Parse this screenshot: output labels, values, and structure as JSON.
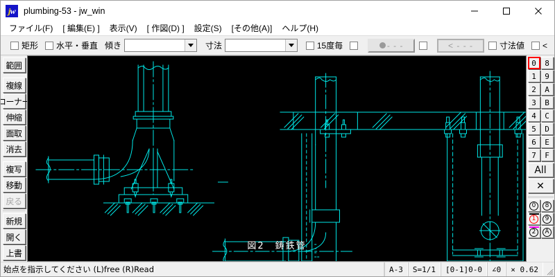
{
  "window": {
    "title": "plumbing-53 - jw_win",
    "icon": "jw-app-icon",
    "minimize": "—",
    "maximize": "□",
    "close": "✕"
  },
  "menu": {
    "items": [
      {
        "label": "ファイル(F)",
        "name": "menu-file"
      },
      {
        "label": "[ 編集(E) ]",
        "name": "menu-edit"
      },
      {
        "label": "表示(V)",
        "name": "menu-view"
      },
      {
        "label": "[ 作図(D) ]",
        "name": "menu-draw"
      },
      {
        "label": "設定(S)",
        "name": "menu-settings"
      },
      {
        "label": "[その他(A)]",
        "name": "menu-other"
      },
      {
        "label": "ヘルプ(H)",
        "name": "menu-help"
      }
    ]
  },
  "optionbar": {
    "rect_label": "矩形",
    "hv_label": "水平・垂直",
    "tilt_label": "傾き",
    "tilt_value": "",
    "tilt_placeholder": "",
    "dim_label": "寸法",
    "dim_value": "",
    "dim_placeholder": "",
    "deg15_label": "15度毎",
    "linestyle_btn": "●- - -",
    "arrow_btn": "< - - -",
    "dimvalue_label": "寸法値",
    "lt_label": "<"
  },
  "left_toolbar": {
    "groups": [
      {
        "buttons": [
          {
            "label": "範囲",
            "name": "tool-range",
            "disabled": false
          }
        ]
      },
      {
        "buttons": [
          {
            "label": "複線",
            "name": "tool-parallel",
            "disabled": false
          },
          {
            "label": "コーナー",
            "name": "tool-corner",
            "disabled": false
          },
          {
            "label": "伸縮",
            "name": "tool-trim",
            "disabled": false
          },
          {
            "label": "面取",
            "name": "tool-chamfer",
            "disabled": false
          },
          {
            "label": "消去",
            "name": "tool-erase",
            "disabled": false
          }
        ]
      },
      {
        "buttons": [
          {
            "label": "複写",
            "name": "tool-copy",
            "disabled": false
          },
          {
            "label": "移動",
            "name": "tool-move",
            "disabled": false
          },
          {
            "label": "戻る",
            "name": "tool-undo",
            "disabled": true
          }
        ]
      },
      {
        "buttons": [
          {
            "label": "新規",
            "name": "tool-new",
            "disabled": false
          },
          {
            "label": "開く",
            "name": "tool-open",
            "disabled": false
          },
          {
            "label": "上書",
            "name": "tool-save",
            "disabled": false
          }
        ]
      }
    ]
  },
  "right_toolbar": {
    "layers": [
      {
        "label": "0",
        "active": true
      },
      {
        "label": "8",
        "active": false
      },
      {
        "label": "1",
        "active": false
      },
      {
        "label": "9",
        "active": false
      },
      {
        "label": "2",
        "active": false
      },
      {
        "label": "A",
        "active": false
      },
      {
        "label": "3",
        "active": false
      },
      {
        "label": "B",
        "active": false
      },
      {
        "label": "4",
        "active": false
      },
      {
        "label": "C",
        "active": false
      },
      {
        "label": "5",
        "active": false
      },
      {
        "label": "D",
        "active": false
      },
      {
        "label": "6",
        "active": false
      },
      {
        "label": "E",
        "active": false
      },
      {
        "label": "7",
        "active": false
      },
      {
        "label": "F",
        "active": false
      }
    ],
    "all_label": "All",
    "close_label": "✕",
    "groups": [
      {
        "label": "0",
        "active": false,
        "bar": "none"
      },
      {
        "label": "8",
        "active": false,
        "bar": "none"
      },
      {
        "label": "1",
        "active": true,
        "bar": "#000000"
      },
      {
        "label": "9",
        "active": false,
        "bar": "none"
      },
      {
        "label": "2",
        "active": false,
        "bar": "#ff00ff"
      },
      {
        "label": "A",
        "active": false,
        "bar": "none"
      }
    ]
  },
  "canvas": {
    "background": "#000000",
    "line_color": "#00e8e8",
    "caption": "図2　鋳鉄管"
  },
  "statusbar": {
    "message": "始点を指示してください (L)free (R)Read",
    "cells": [
      {
        "text": "A-3",
        "name": "status-papersize"
      },
      {
        "text": "S=1/1",
        "name": "status-scale"
      },
      {
        "text": "[0-1]0-0",
        "name": "status-layer"
      },
      {
        "text": "∠0",
        "name": "status-angle"
      },
      {
        "text": "× 0.62",
        "name": "status-zoom"
      }
    ]
  }
}
